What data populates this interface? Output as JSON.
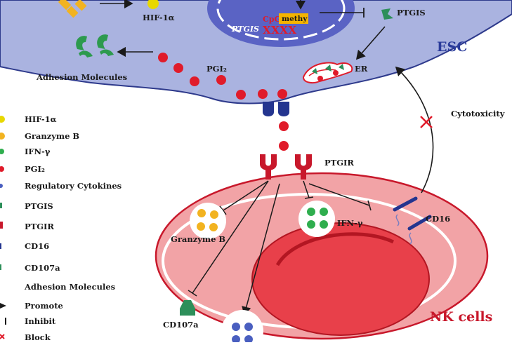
{
  "esc_cell": {
    "label": "ESC",
    "hif_label": "HIF-1α",
    "ptgis_gene": "PTGIS",
    "cpg_label": "CpG",
    "methy_label": "methy",
    "meth_marks": "XXXX",
    "ptgis_protein": "PTGIS",
    "pgi2_label": "PGI₂",
    "er_label": "ER",
    "adhesion_label": "Adhesion Molecules"
  },
  "nk_cell": {
    "label": "NK cells",
    "ptgir_label": "PTGIR",
    "granzyme_label": "Granzyme B",
    "ifn_label": "IFN-γ",
    "cd16_label": "CD16",
    "cd107a_label": "CD107a",
    "cytotoxicity_label": "Cytotoxicity"
  },
  "legend": [
    {
      "icon": "hif-dot-icon",
      "label": "HIF-1α",
      "color": "#e8d800"
    },
    {
      "icon": "granzyme-dot-icon",
      "label": "Granzyme B",
      "color": "#f2b320"
    },
    {
      "icon": "ifn-dot-icon",
      "label": "IFN-γ",
      "color": "#2fae4e"
    },
    {
      "icon": "pgi2-dot-icon",
      "label": "PGI₂",
      "color": "#e01b2a"
    },
    {
      "icon": "cytokine-dot-icon",
      "label": "Regulatory Cytokines",
      "color": "#4a5fc0"
    },
    {
      "icon": "ptgis-icon",
      "label": "PTGIS",
      "color": "#2d8f5a"
    },
    {
      "icon": "ptgir-icon",
      "label": "PTGIR",
      "color": "#c8182b"
    },
    {
      "icon": "cd16-icon",
      "label": "CD16",
      "color": "#24358f"
    },
    {
      "icon": "cd107a-icon",
      "label": "CD107a",
      "color": "#2d8f5a"
    },
    {
      "icon": "adhesion-icon",
      "label": "Adhesion Molecules",
      "color": "#2d9a4e"
    },
    {
      "icon": "promote-arrow-icon",
      "label": "Promote",
      "color": "#1a1a1a"
    },
    {
      "icon": "inhibit-bar-icon",
      "label": "Inhibit",
      "color": "#1a1a1a"
    },
    {
      "icon": "block-cross-icon",
      "label": "Block",
      "color": "#e01b2a"
    }
  ],
  "colors": {
    "esc_fill": "#aab3e0",
    "nucleus_fill": "#5a63c4",
    "nk_outer": "#f2a3a6",
    "nk_inner": "#e8404a",
    "esc_label": "#2b3c9b",
    "nk_label": "#c8182b"
  }
}
